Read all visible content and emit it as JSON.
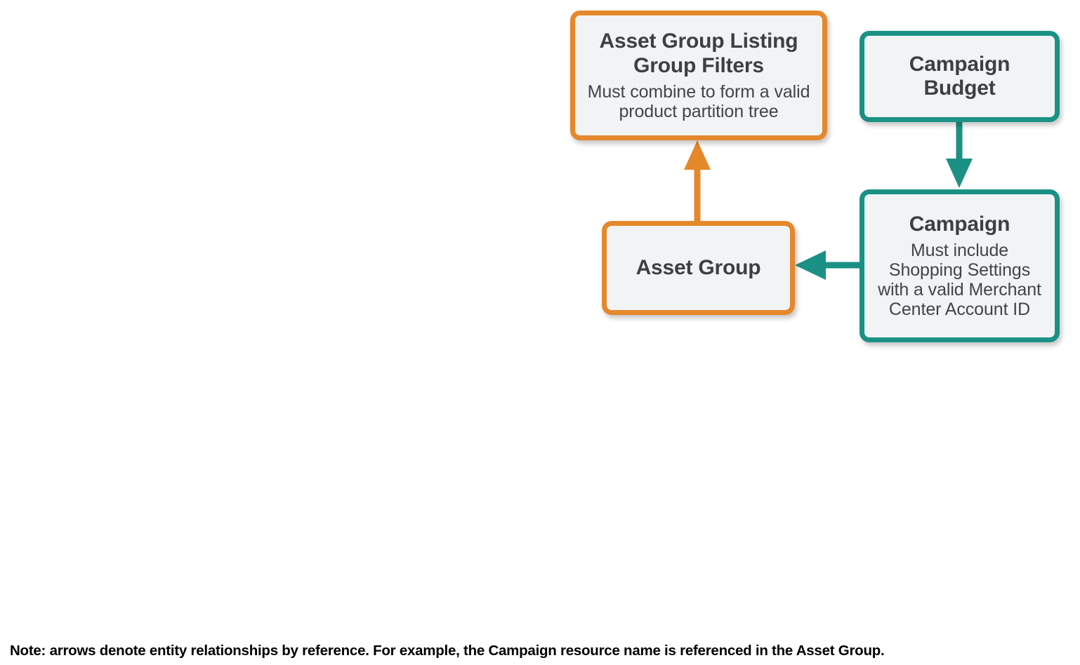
{
  "diagram": {
    "nodes": [
      {
        "id": "asset-group-listing-group-filters",
        "title": "Asset Group Listing Group Filters",
        "description": "Must combine to form a valid product partition tree",
        "accent": "#E5882C",
        "fill": "#F1F3F4"
      },
      {
        "id": "campaign-budget",
        "title": "Campaign Budget",
        "description": "",
        "accent": "#1B9185",
        "fill": "#F1F3F4"
      },
      {
        "id": "asset-group",
        "title": "Asset Group",
        "description": "",
        "accent": "#E5882C",
        "fill": "#F1F3F4"
      },
      {
        "id": "campaign",
        "title": "Campaign",
        "description": "Must include Shopping Settings with a valid Merchant Center Account ID",
        "accent": "#1B9185",
        "fill": "#F1F3F4"
      }
    ],
    "edges": [
      {
        "id": "asset-group-to-listing-filters",
        "from": "asset-group",
        "to": "asset-group-listing-group-filters",
        "color": "#E5882C",
        "direction": "up"
      },
      {
        "id": "campaign-budget-to-campaign",
        "from": "campaign-budget",
        "to": "campaign",
        "color": "#1B9185",
        "direction": "down"
      },
      {
        "id": "campaign-to-asset-group",
        "from": "campaign",
        "to": "asset-group",
        "color": "#1B9185",
        "direction": "left"
      }
    ],
    "note": "Note: arrows denote entity relationships by reference. For example, the Campaign resource name is referenced in the Asset Group."
  }
}
